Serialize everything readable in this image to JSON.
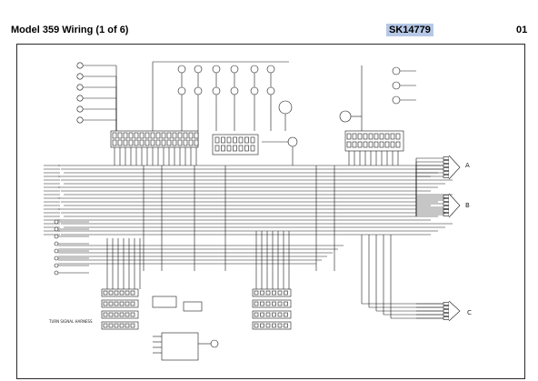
{
  "header": {
    "title": "Model 359 Wiring (1 of 6)",
    "doc_number": "SK14779",
    "page_number": "01"
  },
  "diagram": {
    "labels": {
      "tab_a": "A",
      "tab_b": "B",
      "tab_c": "C",
      "turn_signal_note": "TURN SIGNAL HARNESS"
    }
  },
  "colors": {
    "ink": "#1a1a1a",
    "highlight": "#b6c8e6",
    "border": "#2a2a2a"
  }
}
